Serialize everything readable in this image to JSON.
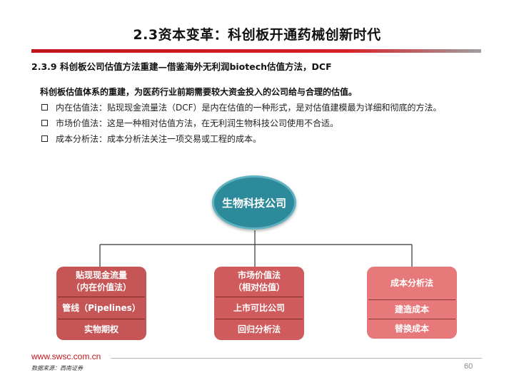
{
  "title": "2.3资本变革：科创板开通药械创新时代",
  "section_heading": "2.3.9 科创板公司估值方法重建—借鉴海外无利润biotech估值方法，DCF",
  "intro": "科创板估值体系的重建，为医药行业前期需要较大资金投入的公司给与合理的估值。",
  "bullets": [
    {
      "text": "内在估值法：贴现现金流量法（DCF）是内在估值的一种形式，是对估值建模最为详细和彻底的方法。"
    },
    {
      "text": "市场价值法：这是一种相对估值方法，在无利润生物科技公司使用不合适。"
    },
    {
      "text": "成本分析法：成本分析法关注一项交易或工程的成本。"
    }
  ],
  "diagram": {
    "root": "生物科技公司",
    "root_color": "#2d8a9b",
    "branch_colors": [
      "#c65556",
      "#cf5b5c",
      "#e8797a"
    ],
    "branches": [
      {
        "title_line1": "贴现现金流量",
        "title_line2": "（内在价值法）",
        "items": [
          "管线（Pipelines）",
          "实物期权"
        ]
      },
      {
        "title_line1": "市场价值法",
        "title_line2": "（相对估值）",
        "items": [
          "上市可比公司",
          "回归分析法"
        ]
      },
      {
        "title_line1": "成本分析法",
        "title_line2": "",
        "items": [
          "建造成本",
          "替换成本"
        ]
      }
    ]
  },
  "footer": {
    "url": "www.swsc.com.cn",
    "source": "数据来源：西南证券",
    "page": "60"
  },
  "colors": {
    "accent": "#c0161b"
  }
}
